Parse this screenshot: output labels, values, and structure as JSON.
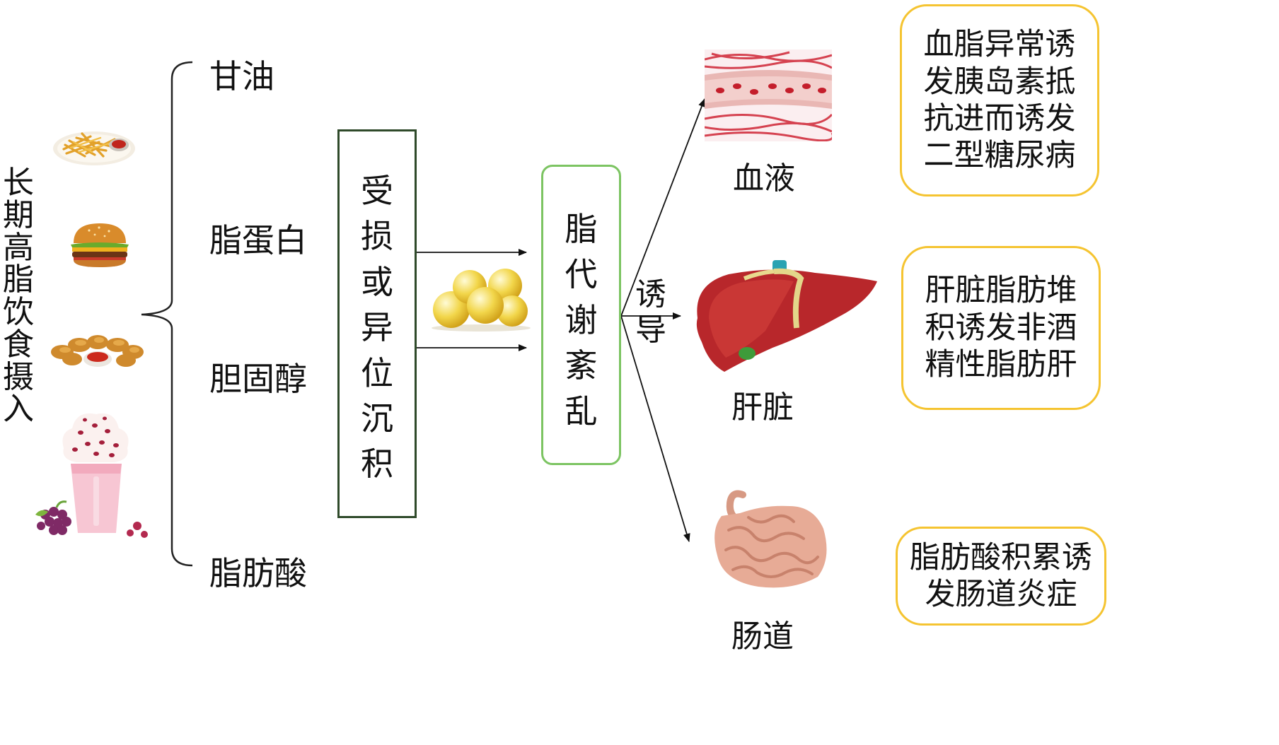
{
  "intake": {
    "label": [
      "长",
      "期",
      "高",
      "脂",
      "饮",
      "食",
      "摄",
      "入"
    ],
    "foods": [
      "fries-icon",
      "burger-icon",
      "nuggets-icon",
      "sundae-icon"
    ]
  },
  "lipids": {
    "triglyceride": "甘油",
    "lipoprotein": "脂蛋白",
    "cholesterol": "胆固醇",
    "fatty_acid": "脂肪酸"
  },
  "damage_box": [
    "受",
    "损",
    "或",
    "异",
    "位",
    "沉",
    "积"
  ],
  "metabolism_box": [
    "脂",
    "代",
    "谢",
    "紊",
    "乱"
  ],
  "induce_label": [
    "诱",
    "导"
  ],
  "organs": {
    "blood": "血液",
    "liver": "肝脏",
    "intestine": "肠道"
  },
  "notes": {
    "blood": [
      "血脂异常诱",
      "发胰岛素抵",
      "抗进而诱发",
      "二型糖尿病"
    ],
    "liver": [
      "肝脏脂肪堆",
      "积诱发非酒",
      "精性脂肪肝"
    ],
    "intestine": [
      "脂肪酸积累诱",
      "发肠道炎症"
    ]
  },
  "colors": {
    "damage_border": "#2f4a2a",
    "metabolism_border": "#7cc462",
    "note_border": "#f5c431"
  }
}
